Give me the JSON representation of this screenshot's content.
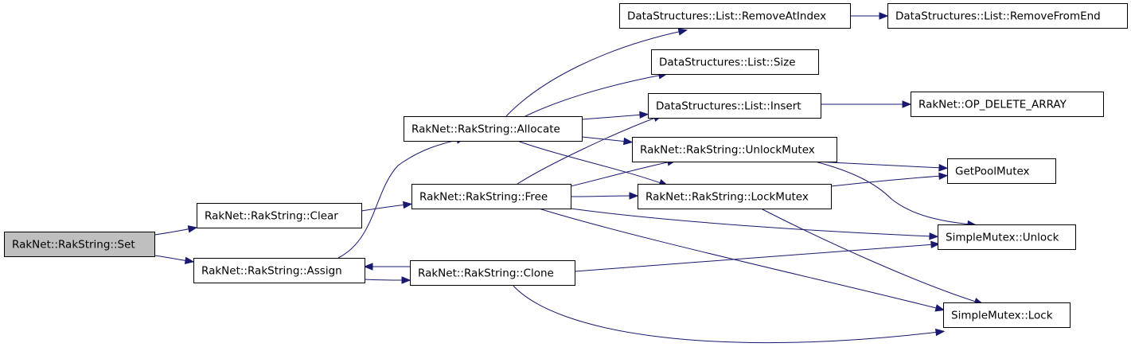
{
  "graph": {
    "colors": {
      "edge": "#191970",
      "node_border": "#000000",
      "node_fill": "#ffffff",
      "root_fill": "#bfbfbf"
    },
    "nodes": [
      {
        "id": "set",
        "label": "RakNet::RakString::Set",
        "root": true
      },
      {
        "id": "clear",
        "label": "RakNet::RakString::Clear"
      },
      {
        "id": "assign",
        "label": "RakNet::RakString::Assign"
      },
      {
        "id": "allocate",
        "label": "RakNet::RakString::Allocate"
      },
      {
        "id": "free",
        "label": "RakNet::RakString::Free"
      },
      {
        "id": "clone",
        "label": "RakNet::RakString::Clone"
      },
      {
        "id": "removeat",
        "label": "DataStructures::List::RemoveAtIndex"
      },
      {
        "id": "removeend",
        "label": "DataStructures::List::RemoveFromEnd"
      },
      {
        "id": "size",
        "label": "DataStructures::List::Size"
      },
      {
        "id": "insert",
        "label": "DataStructures::List::Insert"
      },
      {
        "id": "opdelete",
        "label": "RakNet::OP_DELETE_ARRAY"
      },
      {
        "id": "unlockmtx",
        "label": "RakNet::RakString::UnlockMutex"
      },
      {
        "id": "lockmtx",
        "label": "RakNet::RakString::LockMutex"
      },
      {
        "id": "getpool",
        "label": "GetPoolMutex"
      },
      {
        "id": "smunlock",
        "label": "SimpleMutex::Unlock"
      },
      {
        "id": "smlock",
        "label": "SimpleMutex::Lock"
      }
    ],
    "edges": [
      {
        "from": "set",
        "to": "clear"
      },
      {
        "from": "set",
        "to": "assign"
      },
      {
        "from": "clear",
        "to": "free"
      },
      {
        "from": "assign",
        "to": "allocate"
      },
      {
        "from": "assign",
        "to": "clone"
      },
      {
        "from": "clone",
        "to": "assign"
      },
      {
        "from": "allocate",
        "to": "removeat"
      },
      {
        "from": "allocate",
        "to": "size"
      },
      {
        "from": "allocate",
        "to": "insert"
      },
      {
        "from": "allocate",
        "to": "unlockmtx"
      },
      {
        "from": "allocate",
        "to": "lockmtx"
      },
      {
        "from": "free",
        "to": "insert"
      },
      {
        "from": "free",
        "to": "unlockmtx"
      },
      {
        "from": "free",
        "to": "lockmtx"
      },
      {
        "from": "free",
        "to": "smunlock"
      },
      {
        "from": "free",
        "to": "smlock"
      },
      {
        "from": "clone",
        "to": "smunlock"
      },
      {
        "from": "clone",
        "to": "smlock"
      },
      {
        "from": "removeat",
        "to": "removeend"
      },
      {
        "from": "insert",
        "to": "opdelete"
      },
      {
        "from": "unlockmtx",
        "to": "getpool"
      },
      {
        "from": "unlockmtx",
        "to": "smunlock"
      },
      {
        "from": "lockmtx",
        "to": "getpool"
      },
      {
        "from": "lockmtx",
        "to": "smlock"
      }
    ]
  }
}
